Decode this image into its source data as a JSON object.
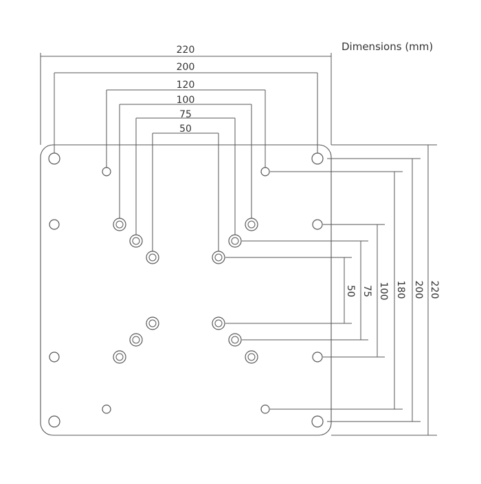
{
  "title": "Dimensions (mm)",
  "colors": {
    "line": "#555555",
    "text": "#333333",
    "background": "#ffffff"
  },
  "horizontal_dimensions": [
    {
      "id": "h220",
      "label": "220"
    },
    {
      "id": "h200",
      "label": "200"
    },
    {
      "id": "h120",
      "label": "120"
    },
    {
      "id": "h100",
      "label": "100"
    },
    {
      "id": "h75",
      "label": "75"
    },
    {
      "id": "h50",
      "label": "50"
    }
  ],
  "vertical_dimensions": [
    {
      "id": "v220",
      "label": "220"
    },
    {
      "id": "v200",
      "label": "200"
    },
    {
      "id": "v180",
      "label": "180"
    },
    {
      "id": "v100",
      "label": "100"
    },
    {
      "id": "v75",
      "label": "75"
    },
    {
      "id": "v50",
      "label": "50"
    }
  ]
}
